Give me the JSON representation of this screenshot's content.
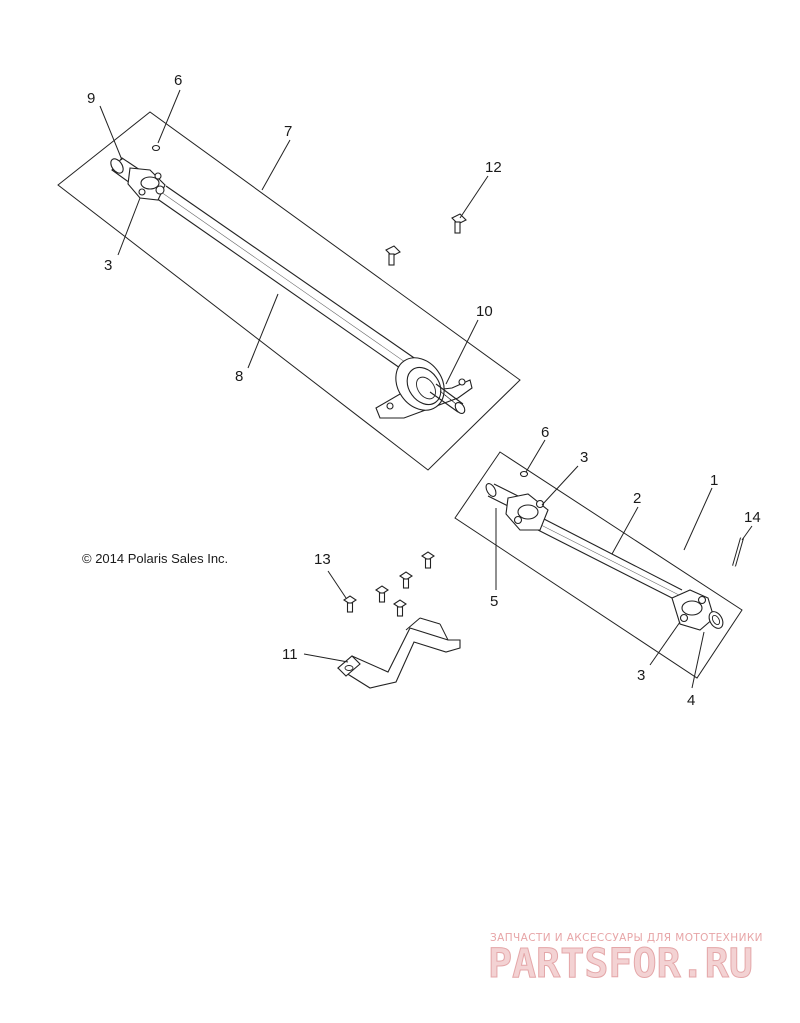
{
  "diagram": {
    "copyright": "© 2014 Polaris Sales Inc.",
    "callouts": {
      "c1": "1",
      "c2": "2",
      "c3a": "3",
      "c3b": "3",
      "c3c": "3",
      "c4": "4",
      "c5": "5",
      "c6a": "6",
      "c6b": "6",
      "c7": "7",
      "c8": "8",
      "c9": "9",
      "c10": "10",
      "c11": "11",
      "c12": "12",
      "c13": "13",
      "c14": "14"
    }
  },
  "watermark": {
    "tagline": "ЗАПЧАСТИ И АКСЕССУАРЫ ДЛЯ МОТОТЕХНИКИ",
    "brand": "PARTSFOR.RU"
  }
}
